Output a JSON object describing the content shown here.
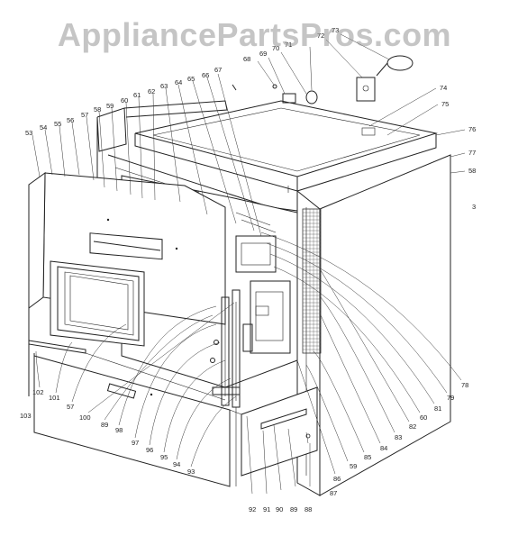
{
  "watermark": "AppliancePartsPros.com",
  "callouts": [
    {
      "id": "c53",
      "text": "53"
    },
    {
      "id": "c54",
      "text": "54"
    },
    {
      "id": "c55",
      "text": "55"
    },
    {
      "id": "c56",
      "text": "56"
    },
    {
      "id": "c57t",
      "text": "57"
    },
    {
      "id": "c58",
      "text": "58"
    },
    {
      "id": "c59t",
      "text": "59"
    },
    {
      "id": "c60t",
      "text": "60"
    },
    {
      "id": "c61",
      "text": "61"
    },
    {
      "id": "c62",
      "text": "62"
    },
    {
      "id": "c63t",
      "text": "63"
    },
    {
      "id": "c64",
      "text": "64"
    },
    {
      "id": "c65",
      "text": "65"
    },
    {
      "id": "c66",
      "text": "66"
    },
    {
      "id": "c67",
      "text": "67"
    },
    {
      "id": "c68",
      "text": "68"
    },
    {
      "id": "c69",
      "text": "69"
    },
    {
      "id": "c70",
      "text": "70"
    },
    {
      "id": "c71",
      "text": "71"
    },
    {
      "id": "c72",
      "text": "72"
    },
    {
      "id": "c73",
      "text": "73"
    },
    {
      "id": "c74",
      "text": "74"
    },
    {
      "id": "c75",
      "text": "75"
    },
    {
      "id": "c76",
      "text": "76"
    },
    {
      "id": "c77",
      "text": "77"
    },
    {
      "id": "c58r",
      "text": "58"
    },
    {
      "id": "c3",
      "text": "3"
    },
    {
      "id": "c78",
      "text": "78"
    },
    {
      "id": "c79",
      "text": "79"
    },
    {
      "id": "c81",
      "text": "81"
    },
    {
      "id": "c60",
      "text": "60"
    },
    {
      "id": "c82",
      "text": "82"
    },
    {
      "id": "c83",
      "text": "83"
    },
    {
      "id": "c84",
      "text": "84"
    },
    {
      "id": "c85",
      "text": "85"
    },
    {
      "id": "c59",
      "text": "59"
    },
    {
      "id": "c86",
      "text": "86"
    },
    {
      "id": "c87",
      "text": "87"
    },
    {
      "id": "c88",
      "text": "88"
    },
    {
      "id": "c89",
      "text": "89"
    },
    {
      "id": "c90",
      "text": "90"
    },
    {
      "id": "c91",
      "text": "91"
    },
    {
      "id": "c92",
      "text": "92"
    },
    {
      "id": "c93",
      "text": "93"
    },
    {
      "id": "c94",
      "text": "94"
    },
    {
      "id": "c95",
      "text": "95"
    },
    {
      "id": "c96",
      "text": "96"
    },
    {
      "id": "c97",
      "text": "97"
    },
    {
      "id": "c98",
      "text": "98"
    },
    {
      "id": "c89b",
      "text": "89"
    },
    {
      "id": "c100",
      "text": "100"
    },
    {
      "id": "c57",
      "text": "57"
    },
    {
      "id": "c101",
      "text": "101"
    },
    {
      "id": "c102",
      "text": "102"
    },
    {
      "id": "c103",
      "text": "103"
    }
  ]
}
